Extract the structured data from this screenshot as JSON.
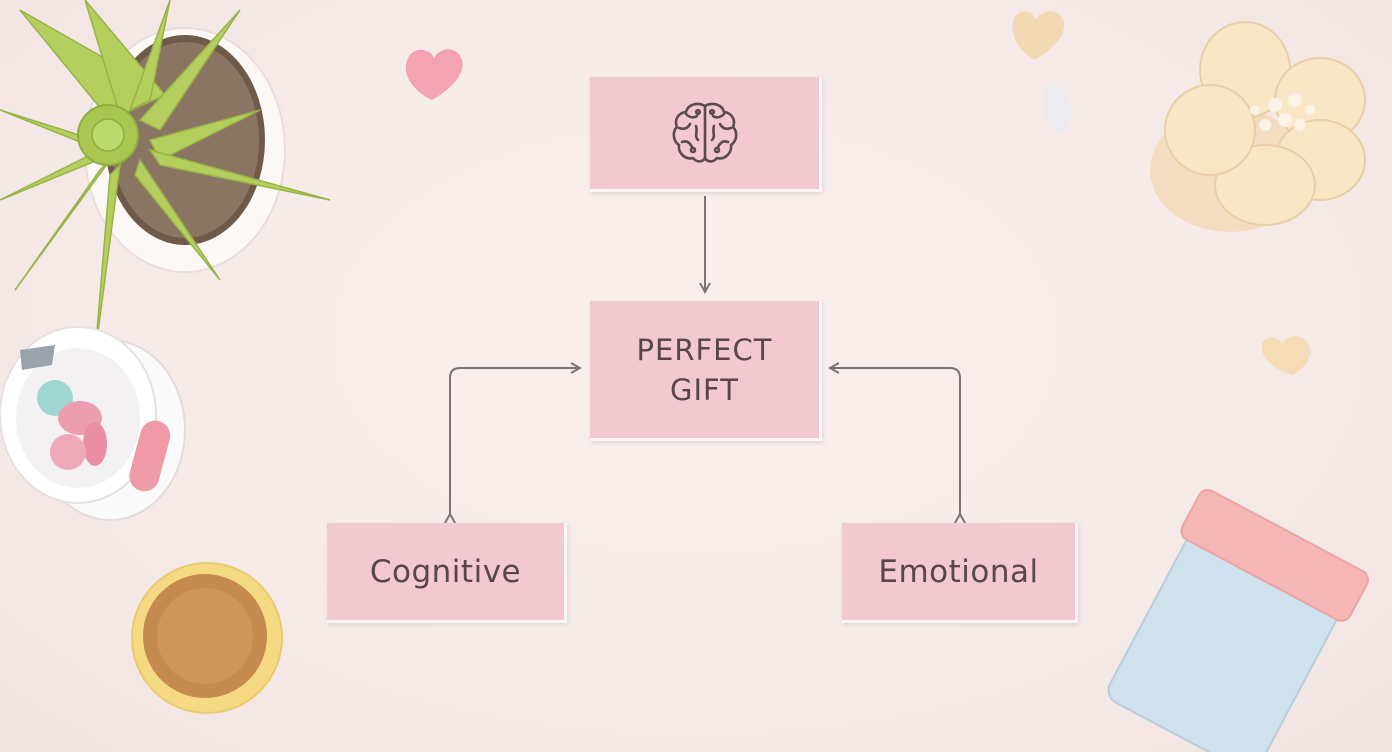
{
  "diagram": {
    "top_node": {
      "icon": "brain-icon"
    },
    "center_node": {
      "line1": "PERFECT",
      "line2": "GIFT"
    },
    "left_node": {
      "label": "Cognitive"
    },
    "right_node": {
      "label": "Emotional"
    }
  },
  "colors": {
    "node_fill": "#f2c9d1",
    "node_text": "#57464a",
    "connector": "#7d7274",
    "background": "#f7ecea"
  },
  "decorations": [
    "succulent-plant",
    "candy-bowl",
    "spice-cup",
    "pink-heart",
    "beige-heart",
    "white-stone",
    "cream-flower",
    "beige-heart-small",
    "blue-tin-box"
  ]
}
